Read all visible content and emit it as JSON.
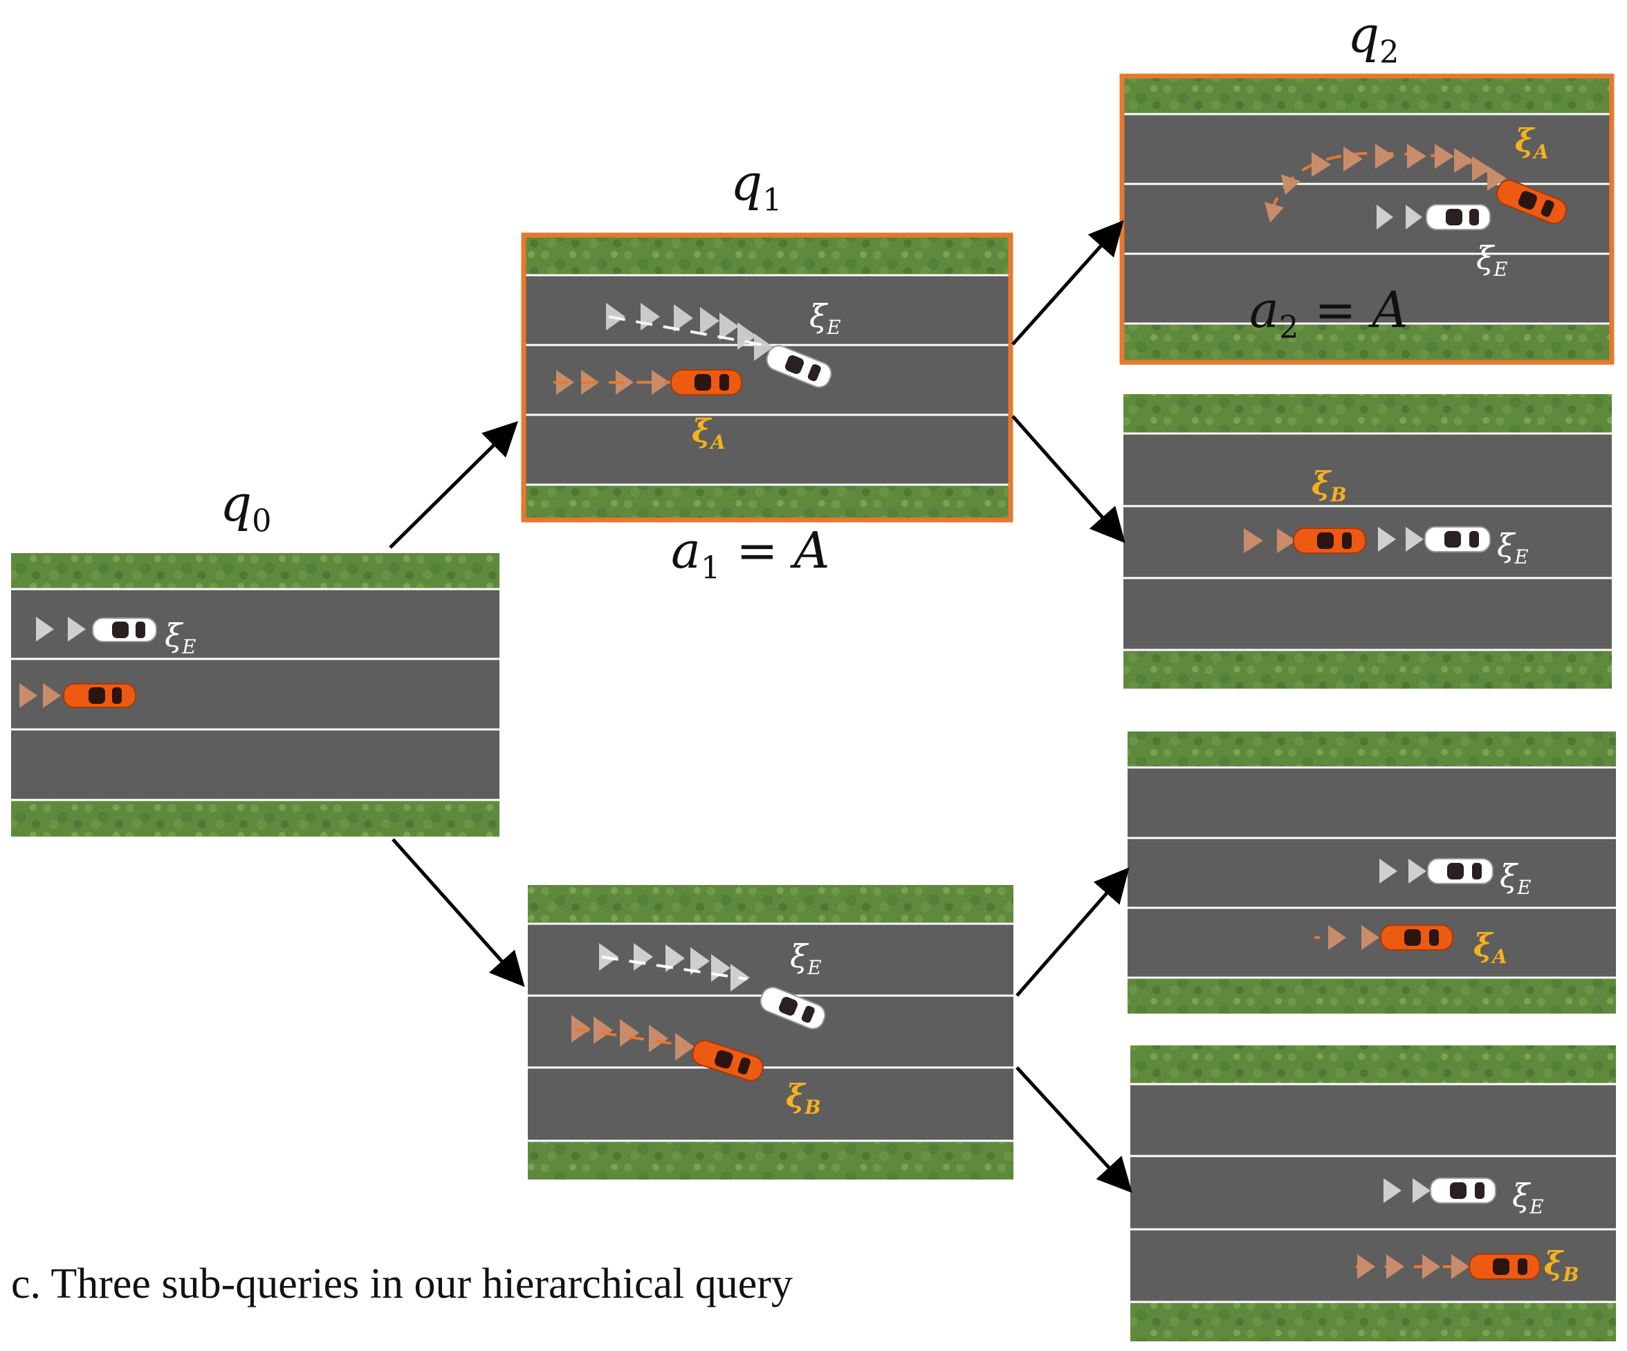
{
  "caption": "c. Three sub-queries in our hierarchical query",
  "labels": {
    "q0": {
      "base": "q",
      "sub": "0"
    },
    "q1": {
      "base": "q",
      "sub": "1"
    },
    "q2": {
      "base": "q",
      "sub": "2"
    },
    "a1": {
      "base": "a",
      "sub": "1",
      "rest": " = A"
    },
    "a2": {
      "base": "a",
      "sub": "2",
      "rest": " = A"
    }
  },
  "trajectory_symbols": {
    "ego": "ξE",
    "a": "ξA",
    "b": "ξB"
  },
  "colors": {
    "grass": "#5f8a3e",
    "road": "#5e5e5e",
    "lane_line": "#ffffff",
    "highlight_border": "#e8782e",
    "orange_car": "#ee5a12",
    "white_car": "#ffffff",
    "ego_label": "#ffffff",
    "agent_label": "#f5b21e"
  },
  "panels": [
    {
      "id": "q0",
      "name": "scene-q0",
      "highlighted": false
    },
    {
      "id": "q1",
      "name": "scene-q1-option-a",
      "highlighted": true
    },
    {
      "id": "q1b",
      "name": "scene-q1-option-b",
      "highlighted": false
    },
    {
      "id": "q2",
      "name": "scene-q2-option-a",
      "highlighted": true
    },
    {
      "id": "q2b",
      "name": "scene-q2-option-b",
      "highlighted": false
    },
    {
      "id": "q3a",
      "name": "scene-lower-option-a",
      "highlighted": false
    },
    {
      "id": "q3b",
      "name": "scene-lower-option-b",
      "highlighted": false
    }
  ]
}
